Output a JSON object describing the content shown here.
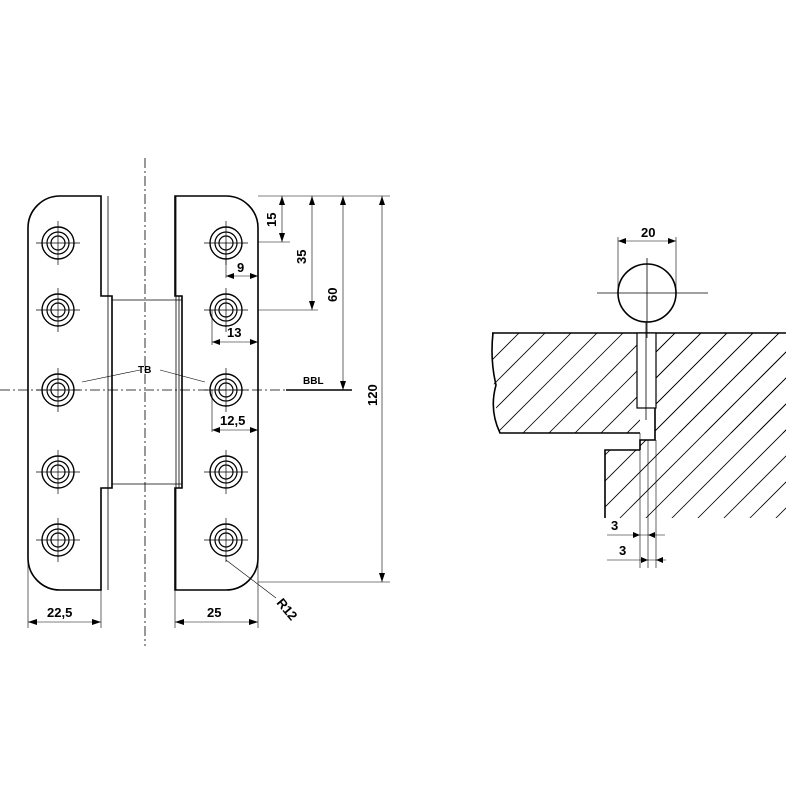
{
  "hinge_front_view": {
    "labels": {
      "tb": "TB",
      "bbl": "BBL",
      "dim_15": "15",
      "dim_35": "35",
      "dim_60": "60",
      "dim_120": "120",
      "dim_9": "9",
      "dim_13": "13",
      "dim_12_5": "12,5",
      "dim_22_5": "22,5",
      "dim_25": "25",
      "radius": "R12"
    }
  },
  "section_view": {
    "labels": {
      "dim_20": "20",
      "dim_3_top": "3",
      "dim_3_bottom": "3"
    }
  }
}
